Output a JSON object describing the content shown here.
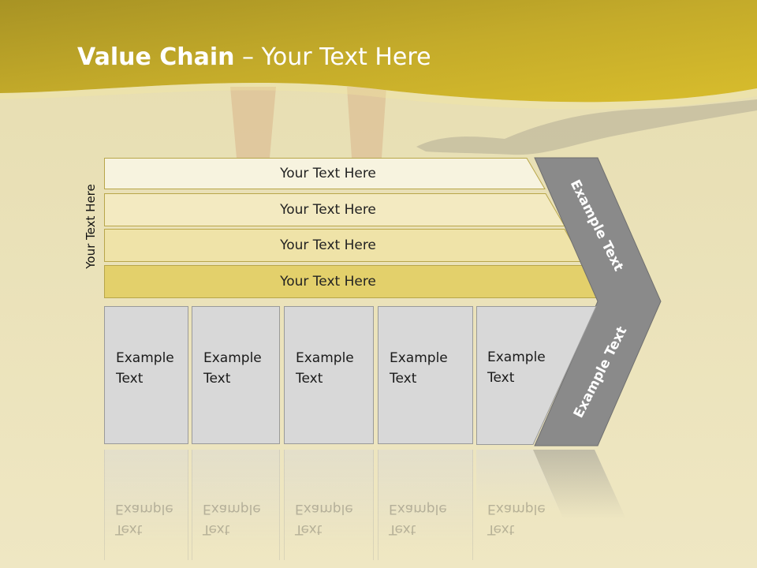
{
  "slide": {
    "title_bold": "Value Chain",
    "title_rest": " – Your Text Here",
    "side_label": "Your Text Here"
  },
  "stripes": [
    {
      "label": "Your Text Here",
      "color": "#f7f3df"
    },
    {
      "label": "Your Text Here",
      "color": "#f3eac1"
    },
    {
      "label": "Your Text Here",
      "color": "#efe3a8"
    },
    {
      "label": "Your Text Here",
      "color": "#e3d06b"
    }
  ],
  "boxes": [
    {
      "line1": "Example",
      "line2": "Text"
    },
    {
      "line1": "Example",
      "line2": "Text"
    },
    {
      "line1": "Example",
      "line2": "Text"
    },
    {
      "line1": "Example",
      "line2": "Text"
    },
    {
      "line1": "Example",
      "line2": "Text"
    }
  ],
  "chevron": {
    "upper_text": "Example Text",
    "lower_text": "Example Text",
    "color": "#8a8a8a"
  },
  "colors": {
    "banner": "#c9b22e",
    "sand": "#ebe2b8"
  }
}
